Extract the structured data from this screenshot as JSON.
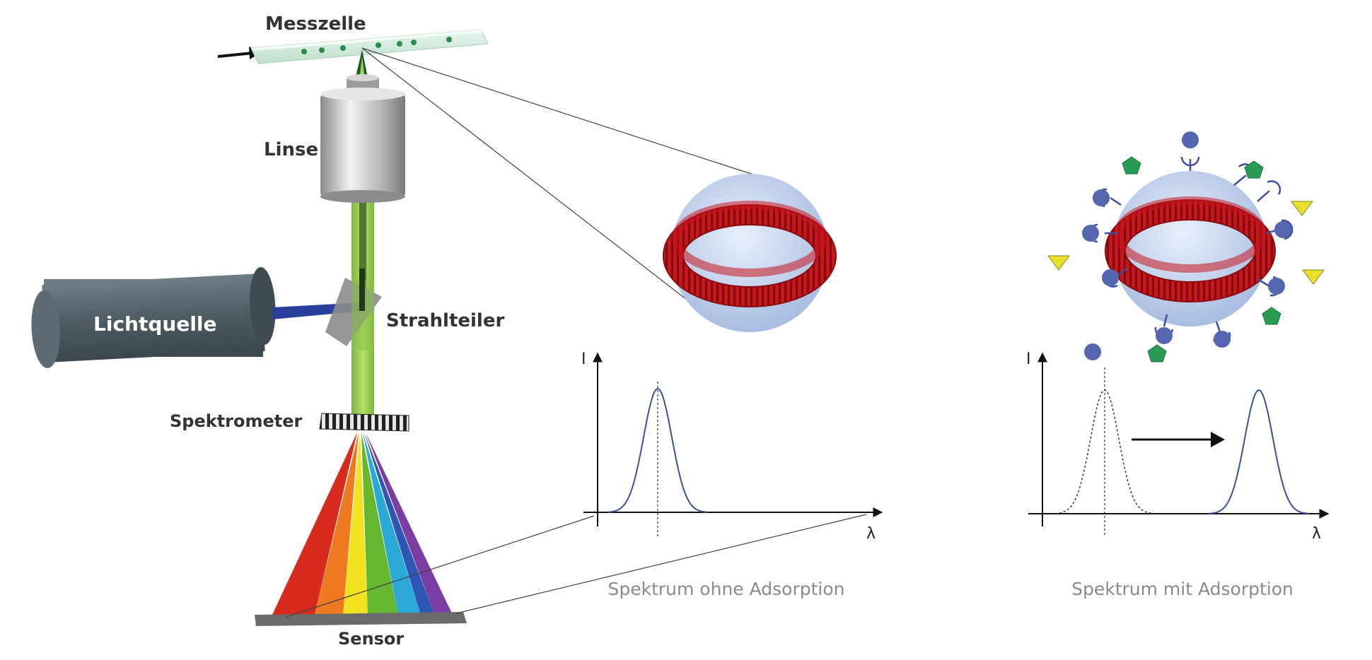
{
  "labels": {
    "messzelle": "Messzelle",
    "linse": "Linse",
    "lichtquelle": "Lichtquelle",
    "strahlteiler": "Strahlteiler",
    "spektrometer": "Spektrometer",
    "sensor": "Sensor"
  },
  "graph_left": {
    "caption": "Spektrum ohne Adsorption",
    "y_axis": "I",
    "x_axis": "λ"
  },
  "graph_right": {
    "caption": "Spektrum mit Adsorption",
    "y_axis": "I",
    "x_axis": "λ"
  },
  "colors": {
    "beam_green": "#8bc34a",
    "light_beam_blue": "#2a3f9c",
    "lichtquelle_body": "#4a5a62",
    "sphere": "#b9cbe8",
    "ring_red": "#c8161d",
    "peak_line": "#3a4fa0",
    "analyte_circle": "#5566b0",
    "analyte_pentagon": "#2a9a55",
    "analyte_triangle": "#e8e02a"
  },
  "icons": {
    "arrow_in": "arrow-right-icon",
    "shift_arrow": "arrow-right-icon"
  }
}
